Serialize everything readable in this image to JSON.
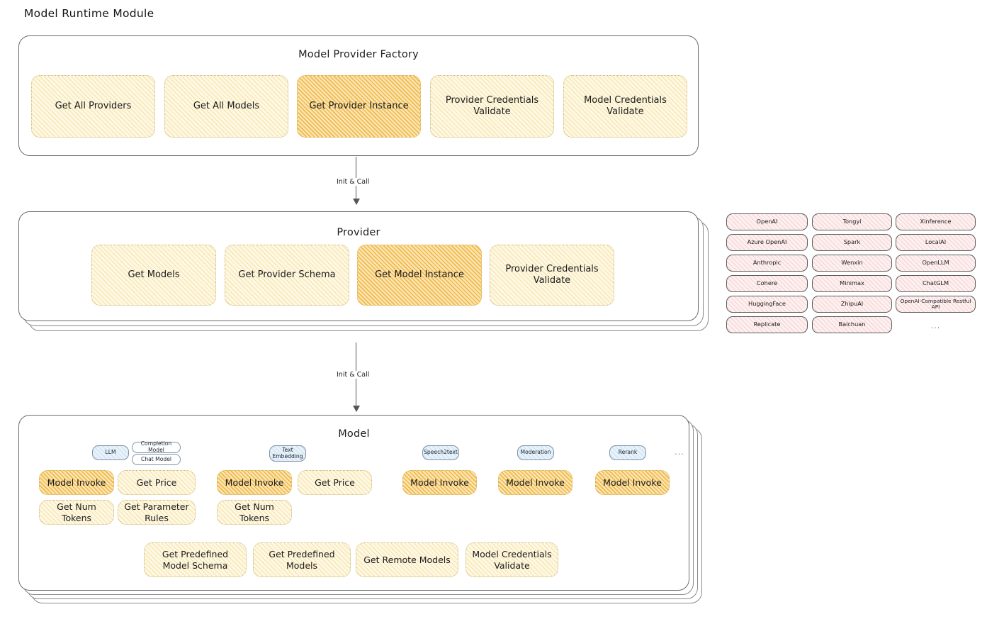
{
  "page": {
    "title": "Model Runtime Module"
  },
  "sections": {
    "factory": {
      "title": "Model Provider Factory",
      "nodes": [
        {
          "label": "Get All Providers",
          "highlight": false
        },
        {
          "label": "Get All Models",
          "highlight": false
        },
        {
          "label": "Get Provider Instance",
          "highlight": true
        },
        {
          "label": "Provider Credentials Validate",
          "highlight": false
        },
        {
          "label": "Model Credentials Validate",
          "highlight": false
        }
      ]
    },
    "provider": {
      "title": "Provider",
      "nodes": [
        {
          "label": "Get Models",
          "highlight": false
        },
        {
          "label": "Get Provider Schema",
          "highlight": false
        },
        {
          "label": "Get Model Instance",
          "highlight": true
        },
        {
          "label": "Provider Credentials Validate",
          "highlight": false
        }
      ]
    },
    "model": {
      "title": "Model",
      "type_groups": [
        {
          "tag": "LLM",
          "subtags": [
            "Completion Model",
            "Chat Model"
          ],
          "nodes": [
            {
              "label": "Model Invoke",
              "highlight": true
            },
            {
              "label": "Get Price",
              "highlight": false
            },
            {
              "label": "Get Num Tokens",
              "highlight": false
            },
            {
              "label": "Get Parameter Rules",
              "highlight": false
            }
          ]
        },
        {
          "tag": "Text Embedding",
          "subtags": [],
          "nodes": [
            {
              "label": "Model Invoke",
              "highlight": true
            },
            {
              "label": "Get Price",
              "highlight": false
            },
            {
              "label": "Get Num Tokens",
              "highlight": false
            }
          ]
        },
        {
          "tag": "Speech2text",
          "subtags": [],
          "nodes": [
            {
              "label": "Model Invoke",
              "highlight": true
            }
          ]
        },
        {
          "tag": "Moderation",
          "subtags": [],
          "nodes": [
            {
              "label": "Model Invoke",
              "highlight": true
            }
          ]
        },
        {
          "tag": "Rerank",
          "subtags": [],
          "nodes": [
            {
              "label": "Model Invoke",
              "highlight": true
            }
          ]
        }
      ],
      "more_label": "...",
      "shared_nodes": [
        {
          "label": "Get Predefined Model Schema"
        },
        {
          "label": "Get Predefined Models"
        },
        {
          "label": "Get Remote Models"
        },
        {
          "label": "Model Credentials Validate"
        }
      ]
    }
  },
  "arrows": [
    {
      "label": "Init & Call"
    },
    {
      "label": "Init & Call"
    }
  ],
  "provider_list": {
    "columns": [
      [
        "OpenAI",
        "Azure OpenAI",
        "Anthropic",
        "Cohere",
        "HuggingFace",
        "Replicate"
      ],
      [
        "Tongyi",
        "Spark",
        "Wenxin",
        "Minimax",
        "ZhipuAI",
        "Baichuan"
      ],
      [
        "Xinference",
        "LocalAI",
        "OpenLLM",
        "ChatGLM",
        "OpenAI-Compatible Restful API",
        "..."
      ]
    ]
  },
  "colors": {
    "highlight_fill": "#fbe5b4",
    "node_fill": "#fdf8e4",
    "chip_fill": "#fdf0f0",
    "tag_fill": "#e8f2fa",
    "stroke": "#6b6b6b"
  }
}
